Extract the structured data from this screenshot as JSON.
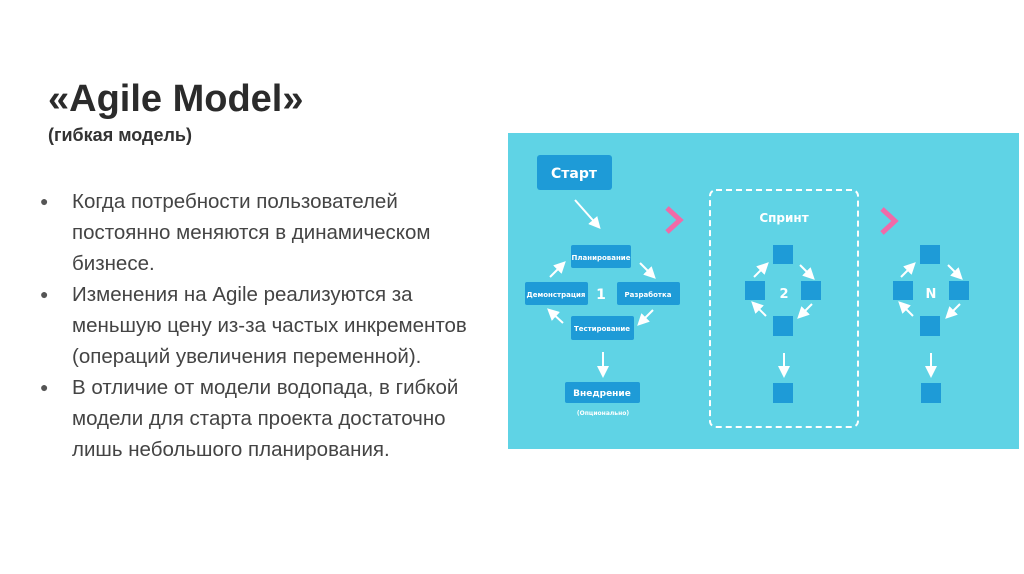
{
  "slide": {
    "title": "«Agile Model»",
    "subtitle": "(гибкая модель)",
    "bullets": [
      "Когда потребности пользователей постоянно меняются в динамическом бизнесе.",
      "Изменения на Agile реализуются за меньшую цену из-за частых инкрементов (операций увеличения переменной).",
      "В отличие от модели водопада, в гибкой модели для старта проекта достаточно лишь небольшого планирования."
    ]
  },
  "diagram": {
    "start": "Старт",
    "iteration1": {
      "number": "1",
      "planning": "Планирование",
      "development": "Разработка",
      "testing": "Тестирование",
      "demo": "Демонстрация",
      "deployment": "Внедрение",
      "optional": "(Опционально)"
    },
    "sprint_label": "Спринт",
    "iteration2_number": "2",
    "iterationN_number": "N",
    "colors": {
      "background": "#5fd3e5",
      "box": "#1e9bd7",
      "chevron": "#f06aa8"
    }
  }
}
